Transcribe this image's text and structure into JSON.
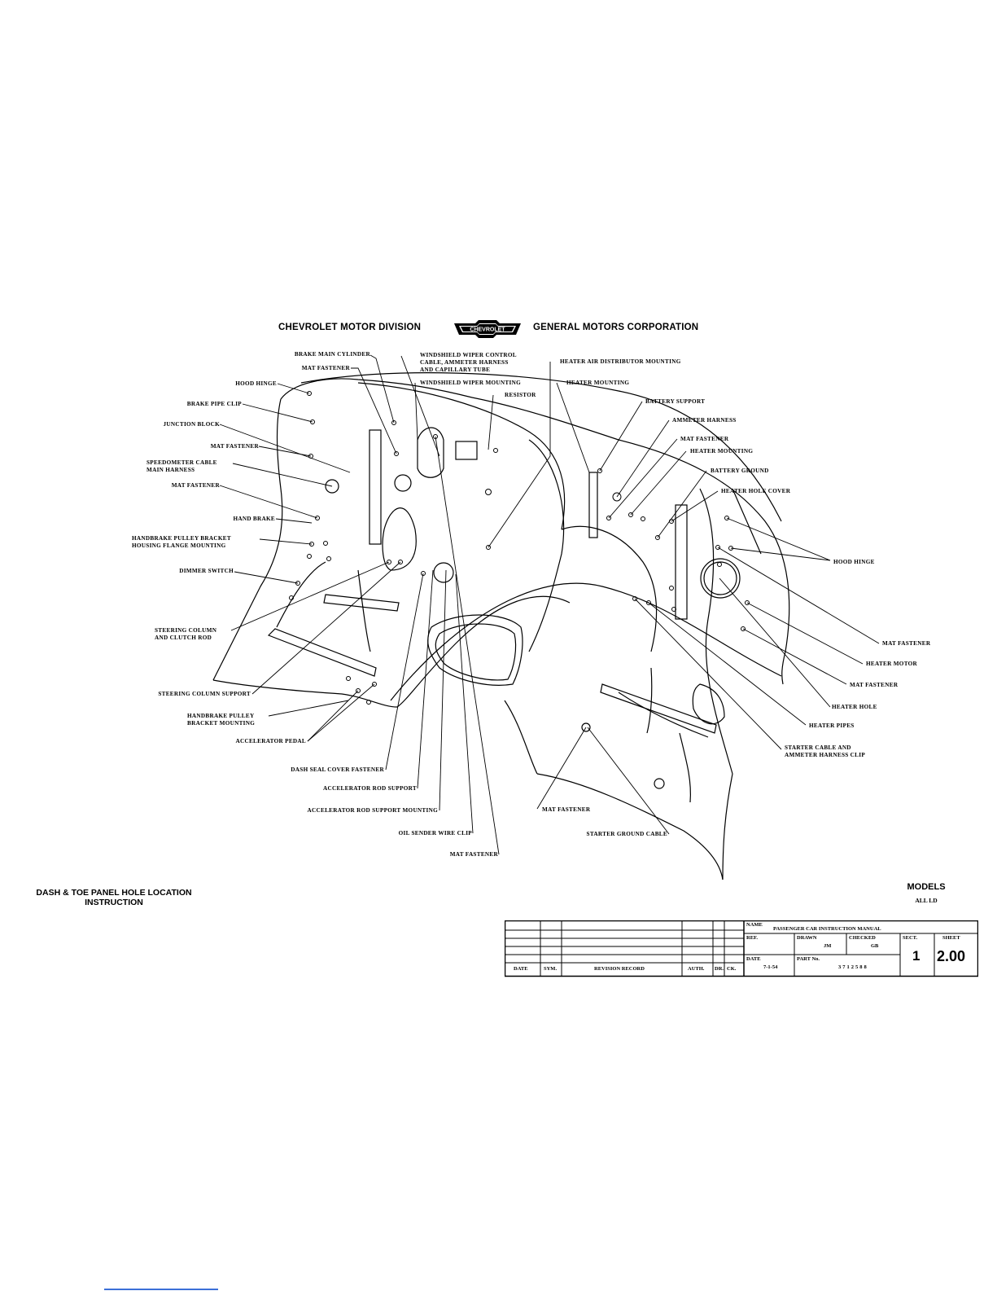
{
  "header": {
    "left": "CHEVROLET MOTOR DIVISION",
    "logo_text": "CHEVROLET",
    "right": "GENERAL MOTORS CORPORATION"
  },
  "labels_left": [
    "BRAKE MAIN CYLINDER",
    "MAT FASTENER",
    "HOOD HINGE",
    "BRAKE PIPE CLIP",
    "JUNCTION BLOCK",
    "MAT FASTENER",
    "SPEEDOMETER CABLE",
    "MAIN HARNESS",
    "MAT FASTENER",
    "HAND BRAKE",
    "HANDBRAKE PULLEY BRACKET",
    "HOUSING FLANGE MOUNTING",
    "DIMMER SWITCH",
    "STEERING COLUMN",
    "AND CLUTCH ROD",
    "STEERING COLUMN SUPPORT",
    "HANDBRAKE PULLEY",
    "BRACKET MOUNTING",
    "ACCELERATOR PEDAL",
    "DASH SEAL COVER FASTENER",
    "ACCELERATOR ROD SUPPORT",
    "ACCELERATOR ROD SUPPORT MOUNTING",
    "OIL SENDER WIRE CLIP",
    "MAT FASTENER"
  ],
  "labels_top": [
    "WINDSHIELD WIPER CONTROL",
    "CABLE, AMMETER HARNESS",
    "AND CAPILLARY TUBE",
    "WINDSHIELD WIPER MOUNTING",
    "RESISTOR",
    "HEATER AIR DISTRIBUTOR MOUNTING",
    "HEATER MOUNTING"
  ],
  "labels_right": [
    "BATTERY SUPPORT",
    "AMMETER HARNESS",
    "MAT FASTENER",
    "HEATER MOUNTING",
    "BATTERY GROUND",
    "HEATER HOLE COVER",
    "HOOD HINGE",
    "MAT FASTENER",
    "HEATER MOTOR",
    "MAT FASTENER",
    "HEATER HOLE",
    "HEATER PIPES",
    "STARTER CABLE AND",
    "AMMETER HARNESS CLIP",
    "MAT FASTENER",
    "STARTER GROUND CABLE"
  ],
  "title": {
    "line1": "DASH & TOE PANEL HOLE LOCATION",
    "line2": "INSTRUCTION"
  },
  "models": {
    "heading": "MODELS",
    "value": "ALL LD"
  },
  "title_box": {
    "name_label": "NAME",
    "name_value": "PASSENGER CAR INSTRUCTION MANUAL",
    "ref_label": "REF.",
    "drawn_label": "DRAWN",
    "drawn_value": "JM",
    "checked_label": "CHECKED",
    "checked_value": "GB",
    "sect_label": "SECT.",
    "sect_value": "1",
    "sheet_label": "SHEET",
    "sheet_value": "2.00",
    "date_label": "DATE",
    "date_value": "7-1-54",
    "part_label": "PART No.",
    "part_value": "3712588",
    "rev_cols": [
      "DATE",
      "SYM.",
      "REVISION RECORD",
      "AUTH.",
      "DR.",
      "CK."
    ]
  }
}
